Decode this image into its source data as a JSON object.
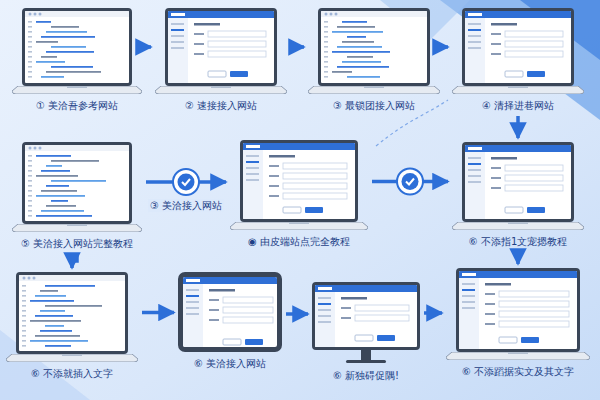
{
  "diagram": {
    "nodes": [
      {
        "text": [
          "① 美洽吾参考网站"
        ]
      },
      {
        "text": [
          "② 速接接入网站"
        ]
      },
      {
        "text": [
          "③ 最锁团接入网站"
        ]
      },
      {
        "text": [
          "④ 清择进巷网站"
        ]
      },
      {
        "text": [
          "⑤ 美洽接入网站完整教程"
        ]
      },
      {
        "text": [
          "◉ 由皮端站点完全教程"
        ]
      },
      {
        "text": [
          "⑥ 不添指1文宠摁教程"
        ]
      },
      {
        "text": [
          "⑥ 不添就插入文字"
        ]
      },
      {
        "text": [
          "⑥ 美洽接入网站"
        ]
      },
      {
        "text": [
          "⑥ 新独碍促隅!"
        ]
      },
      {
        "text": [
          "⑥ 不添蹈据实文及其文字"
        ]
      }
    ],
    "edges": [
      {
        "from": 0,
        "to": 1,
        "arrow": "to"
      },
      {
        "from": 1,
        "to": 2,
        "arrow": "to"
      },
      {
        "from": 2,
        "to": 3,
        "arrow": "to"
      },
      {
        "from": 3,
        "to": 6,
        "arrow": "to"
      },
      {
        "from": 4,
        "to": 5,
        "label": "③ 美洽接入网站",
        "arrow": "to"
      },
      {
        "from": 5,
        "to": 6,
        "arrow": "to"
      },
      {
        "from": 4,
        "to": 7,
        "arrow": "to"
      },
      {
        "from": 6,
        "to": 10,
        "arrow": "to"
      },
      {
        "from": 7,
        "to": 8,
        "arrow": "to"
      },
      {
        "from": 8,
        "to": 9,
        "arrow": "to"
      },
      {
        "from": 9,
        "to": 10,
        "arrow": "to"
      }
    ]
  }
}
